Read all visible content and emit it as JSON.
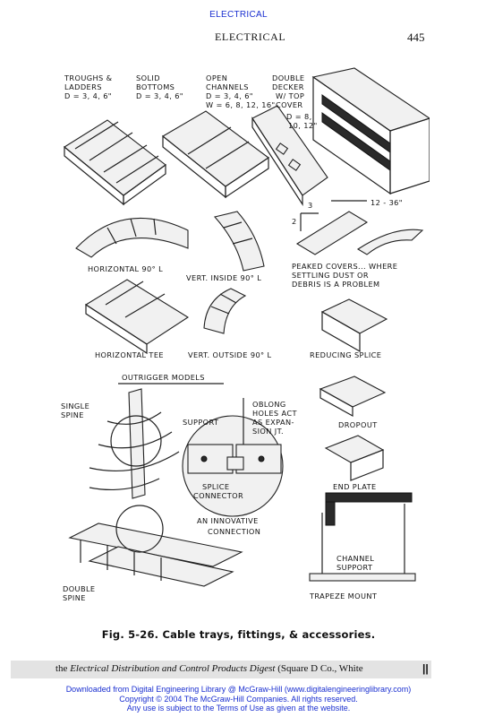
{
  "banner": "ELECTRICAL",
  "running_head": {
    "section": "ELECTRICAL",
    "page": "445"
  },
  "figure_labels": {
    "troughs_1": "TROUGHS &",
    "troughs_2": "LADDERS",
    "troughs_3": "D = 3, 4, 6\"",
    "solid_1": "SOLID",
    "solid_2": "BOTTOMS",
    "solid_3": "D = 3, 4, 6\"",
    "open_1": "OPEN",
    "open_2": "CHANNELS",
    "open_3": "D = 3, 4, 6\"",
    "open_4": "W = 6, 8, 12, 16\"",
    "double_1": "DOUBLE",
    "double_2": "DECKER",
    "double_3": "W/ TOP",
    "double_4": "COVER",
    "double_5": "D = 8,",
    "double_6": "10, 12\"",
    "dim_3": "3",
    "dim_2": "2",
    "dim_12_36": "12 - 36\"",
    "horiz_90": "HORIZONTAL 90° L",
    "vert_inside": "VERT. INSIDE 90° L",
    "peaked_1": "PEAKED COVERS... WHERE",
    "peaked_2": "SETTLING DUST OR",
    "peaked_3": "DEBRIS IS A PROBLEM",
    "horiz_tee": "HORIZONTAL TEE",
    "vert_outside": "VERT. OUTSIDE 90° L",
    "reducing": "REDUCING SPLICE",
    "outrigger": "OUTRIGGER MODELS",
    "single_1": "SINGLE",
    "single_2": "SPINE",
    "support": "SUPPORT",
    "oblong_1": "OBLONG",
    "oblong_2": "HOLES ACT",
    "oblong_3": "AS EXPAN-",
    "oblong_4": "SION JT.",
    "dropout": "DROPOUT",
    "splice_1": "SPLICE",
    "splice_2": "CONNECTOR",
    "end_plate": "END PLATE",
    "innovative_1": "AN INNOVATIVE",
    "innovative_2": "CONNECTION",
    "channel_1": "CHANNEL",
    "channel_2": "SUPPORT",
    "double_spine_1": "DOUBLE",
    "double_spine_2": "SPINE",
    "trapeze": "TRAPEZE MOUNT"
  },
  "caption": "Fig. 5-26.  Cable trays, fittings, & accessories.",
  "credit": {
    "prefix": "the ",
    "title": "Electrical Distribution and Control Products Digest",
    "suffix": " (Square D Co., White",
    "end_mark": "||"
  },
  "footer": {
    "line1": "Downloaded from Digital Engineering Library @ McGraw-Hill (www.digitalengineeringlibrary.com)",
    "line2": "Copyright © 2004 The McGraw-Hill Companies. All rights reserved.",
    "line3": "Any use is subject to the Terms of Use as given at the website."
  },
  "colors": {
    "link_blue": "#1a2fd0",
    "credit_bar": "#e3e3e3"
  }
}
